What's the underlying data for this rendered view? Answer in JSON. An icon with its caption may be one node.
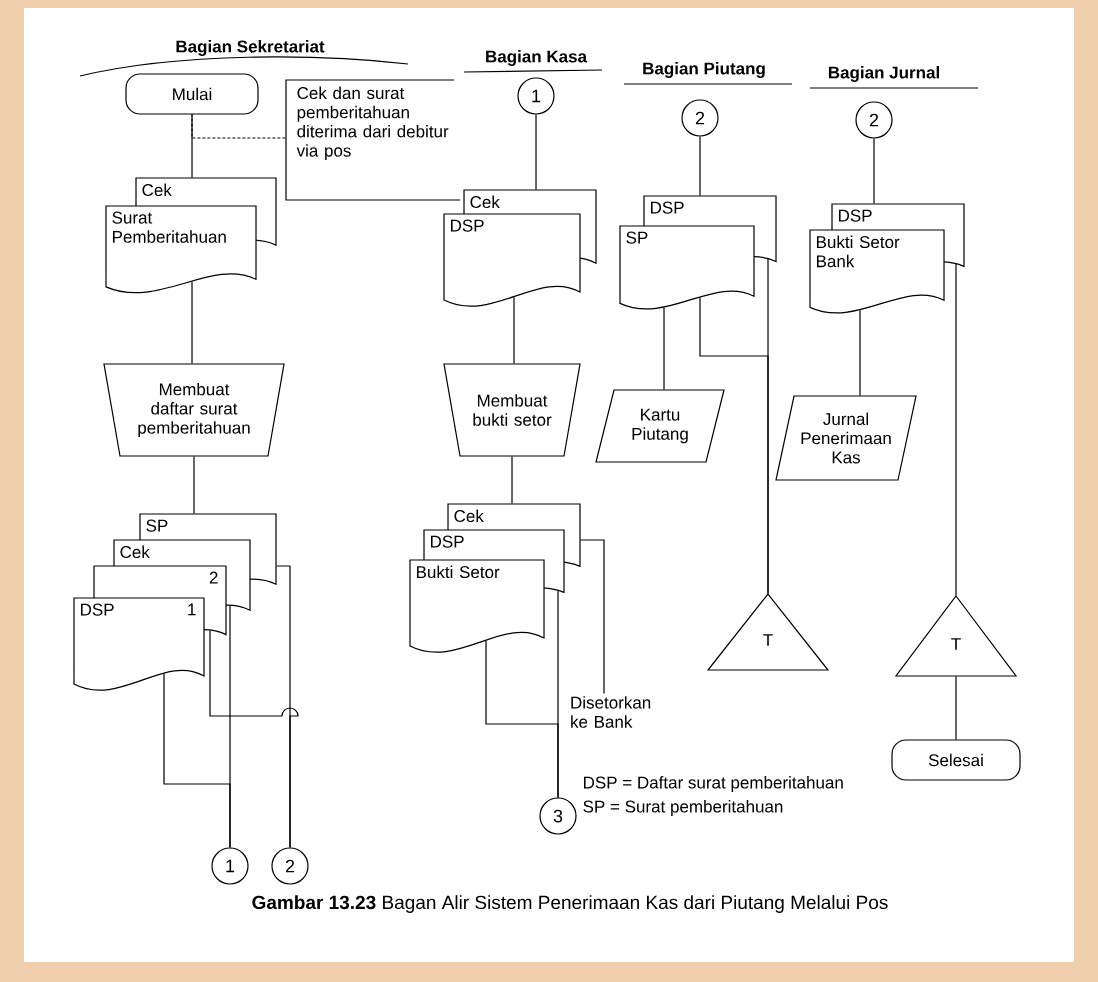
{
  "diagram": {
    "caption": "**Gambar 13.23** Bagan Alir Sistem Penerimaan Kas dari Piutang Melalui Pos",
    "nodes": [
      {
        "text": [
          "Mulai"
        ]
      },
      {
        "text": [
          "Cek dan surat pemberitahuan diterima dari debitur via pos"
        ]
      },
      {
        "text": [
          "Cek",
          "Surat Pemberitahuan"
        ]
      },
      {
        "text": [
          "Membuat daftar surat pemberitahuan"
        ]
      },
      {
        "text": [
          "SP",
          "Cek",
          "2",
          "DSP",
          "1"
        ]
      },
      {
        "text": [
          "1"
        ]
      },
      {
        "text": [
          "2"
        ]
      },
      {
        "text": [
          "1"
        ]
      },
      {
        "text": [
          "Cek",
          "DSP"
        ]
      },
      {
        "text": [
          "Membuat bukti setor"
        ]
      },
      {
        "text": [
          "Cek",
          "DSP",
          "Bukti Setor"
        ]
      },
      {
        "text": [
          "Disetorkan ke Bank"
        ]
      },
      {
        "text": [
          "3"
        ]
      },
      {
        "text": [
          "2"
        ]
      },
      {
        "text": [
          "DSP",
          "SP"
        ]
      },
      {
        "text": [
          "Kartu Piutang"
        ]
      },
      {
        "text": [
          "T"
        ]
      },
      {
        "text": [
          "2"
        ]
      },
      {
        "text": [
          "DSP",
          "Bukti Setor Bank"
        ]
      },
      {
        "text": [
          "Jurnal Penerimaan Kas"
        ]
      },
      {
        "text": [
          "T"
        ]
      },
      {
        "text": [
          "Selesai"
        ]
      }
    ],
    "edges": [
      {
        "from": 0,
        "to": 2,
        "arrow": "none"
      },
      {
        "from": 1,
        "to": 0,
        "arrow": "none",
        "style": "dashed"
      },
      {
        "from": 2,
        "to": 3,
        "arrow": "none"
      },
      {
        "from": 3,
        "to": 4,
        "arrow": "none"
      },
      {
        "from": 4,
        "to": 5,
        "arrow": "none"
      },
      {
        "from": 4,
        "to": 5,
        "arrow": "none"
      },
      {
        "from": 4,
        "to": 6,
        "arrow": "none"
      },
      {
        "from": 4,
        "to": 6,
        "arrow": "none"
      },
      {
        "from": 7,
        "to": 8,
        "arrow": "none"
      },
      {
        "from": 8,
        "to": 9,
        "arrow": "none"
      },
      {
        "from": 9,
        "to": 10,
        "arrow": "none"
      },
      {
        "from": 10,
        "to": 11,
        "arrow": "none"
      },
      {
        "from": 10,
        "to": 12,
        "arrow": "none"
      },
      {
        "from": 10,
        "to": 12,
        "arrow": "none"
      },
      {
        "from": 13,
        "to": 14,
        "arrow": "none"
      },
      {
        "from": 14,
        "to": 15,
        "arrow": "none"
      },
      {
        "from": 14,
        "to": 16,
        "arrow": "none"
      },
      {
        "from": 14,
        "to": 16,
        "arrow": "none"
      },
      {
        "from": 17,
        "to": 18,
        "arrow": "none"
      },
      {
        "from": 18,
        "to": 19,
        "arrow": "none"
      },
      {
        "from": 18,
        "to": 20,
        "arrow": "none"
      },
      {
        "from": 20,
        "to": 21,
        "arrow": "none"
      }
    ],
    "labels": [
      "Bagian Sekretariat",
      "Bagian Kasa",
      "Bagian Piutang",
      "Bagian Jurnal",
      "DSP = Daftar surat pemberitahuan",
      "SP = Surat pemberitahuan"
    ]
  }
}
